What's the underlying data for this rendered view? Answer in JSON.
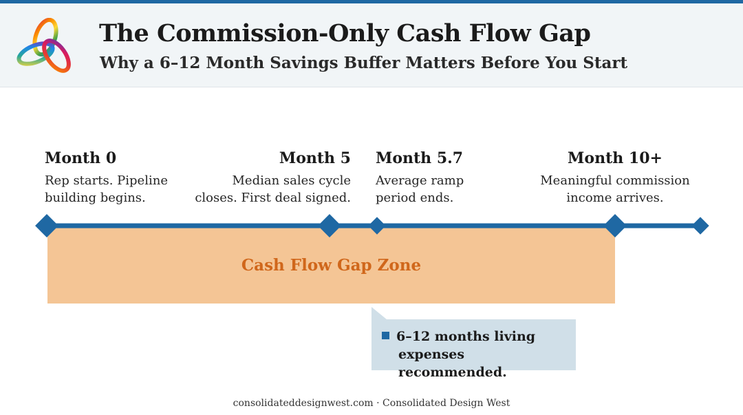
{
  "header": {
    "title": "The Commission-Only Cash Flow Gap",
    "subtitle": "Why a 6–12 Month Savings Buffer Matters Before You Start"
  },
  "timeline": {
    "milestones": [
      {
        "label": "Month 0",
        "desc_line1": "Rep starts. Pipeline",
        "desc_line2": "building begins."
      },
      {
        "label": "Month 5",
        "desc_line1": "Median sales cycle",
        "desc_line2": "closes. First deal signed."
      },
      {
        "label": "Month 5.7",
        "desc_line1": "Average ramp",
        "desc_line2": "period ends."
      },
      {
        "label": "Month 10+",
        "desc_line1": "Meaningful commission",
        "desc_line2": "income arrives."
      }
    ],
    "gap_zone_label": "Cash Flow Gap Zone"
  },
  "callout": {
    "line1": "6–12 months living",
    "line2": "expenses recommended."
  },
  "footer": {
    "domain": "consolidateddesignwest.com",
    "separator": "·",
    "brand": "Consolidated Design West"
  },
  "colors": {
    "accent_blue": "#1f68a3",
    "gap_zone_fill": "#f4c595",
    "gap_zone_text": "#d0671b",
    "callout_fill": "#d0dfe8",
    "header_bg": "#f1f5f7"
  }
}
